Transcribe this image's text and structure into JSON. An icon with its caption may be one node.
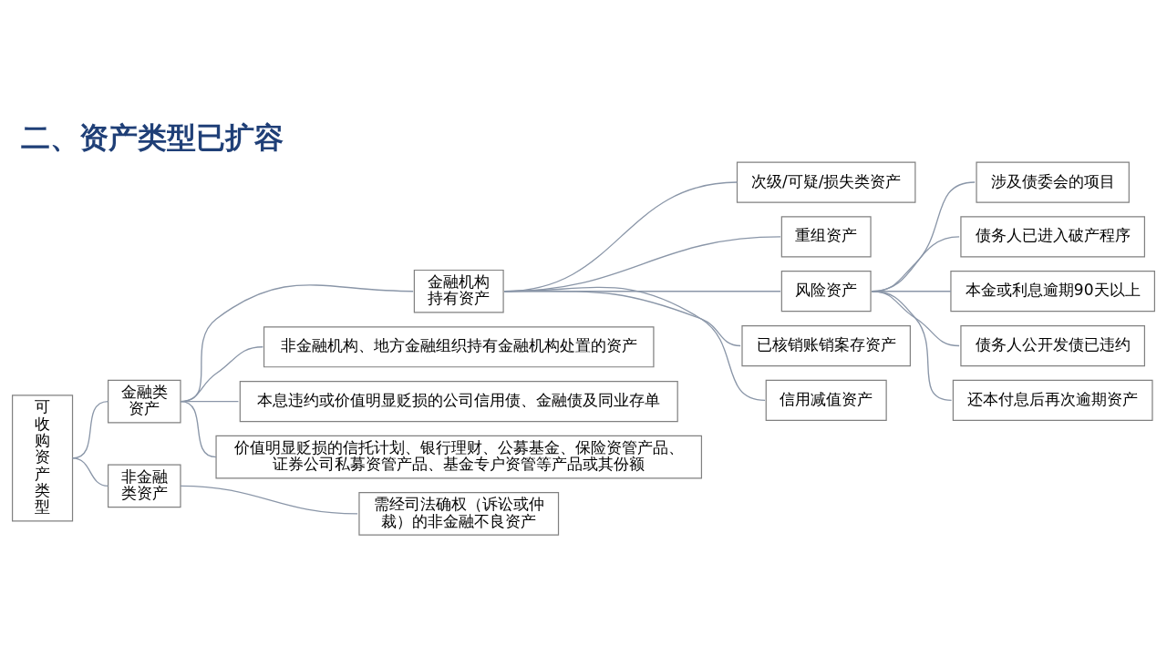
{
  "diagram": {
    "title": "二、资产类型已扩容",
    "nodes": [
      {
        "text": [
          "可收购资产类型"
        ]
      },
      {
        "text": [
          "金融类资产"
        ]
      },
      {
        "text": [
          "金融机构持有资产"
        ]
      },
      {
        "text": [
          "次级/可疑/损失类资产"
        ]
      },
      {
        "text": [
          "重组资产"
        ]
      },
      {
        "text": [
          "风险资产"
        ]
      },
      {
        "text": [
          "已核销账销案存资产"
        ]
      },
      {
        "text": [
          "信用减值资产"
        ]
      },
      {
        "text": [
          "涉及债委会的项目"
        ]
      },
      {
        "text": [
          "债务人已进入破产程序"
        ]
      },
      {
        "text": [
          "本金或利息逾期90天以上"
        ]
      },
      {
        "text": [
          "债务人公开发债已违约"
        ]
      },
      {
        "text": [
          "还本付息后再次逾期资产"
        ]
      },
      {
        "text": [
          "非金融机构、地方金融组织持有金融机构处置的资产"
        ]
      },
      {
        "text": [
          "本息违约或价值明显贬损的公司信用债、金融债及同业存单"
        ]
      },
      {
        "text": [
          "价值明显贬损的信托计划、银行理财、公募基金、保险资管产品、证券公司私募资管产品、基金专户资管等产品或其份额"
        ]
      },
      {
        "text": [
          "非金融类资产"
        ]
      },
      {
        "text": [
          "需经司法确权（诉讼或仲裁）的非金融不良资产"
        ]
      }
    ],
    "edges": [
      {
        "from": 0,
        "to": 1,
        "arrow": "none"
      },
      {
        "from": 0,
        "to": 16,
        "arrow": "none"
      },
      {
        "from": 1,
        "to": 2,
        "arrow": "none"
      },
      {
        "from": 1,
        "to": 13,
        "arrow": "none"
      },
      {
        "from": 1,
        "to": 14,
        "arrow": "none"
      },
      {
        "from": 1,
        "to": 15,
        "arrow": "none"
      },
      {
        "from": 2,
        "to": 3,
        "arrow": "none"
      },
      {
        "from": 2,
        "to": 4,
        "arrow": "none"
      },
      {
        "from": 2,
        "to": 5,
        "arrow": "none"
      },
      {
        "from": 2,
        "to": 6,
        "arrow": "none"
      },
      {
        "from": 2,
        "to": 7,
        "arrow": "none"
      },
      {
        "from": 5,
        "to": 8,
        "arrow": "none"
      },
      {
        "from": 5,
        "to": 9,
        "arrow": "none"
      },
      {
        "from": 5,
        "to": 10,
        "arrow": "none"
      },
      {
        "from": 5,
        "to": 11,
        "arrow": "none"
      },
      {
        "from": 5,
        "to": 12,
        "arrow": "none"
      },
      {
        "from": 16,
        "to": 17,
        "arrow": "none"
      }
    ]
  }
}
